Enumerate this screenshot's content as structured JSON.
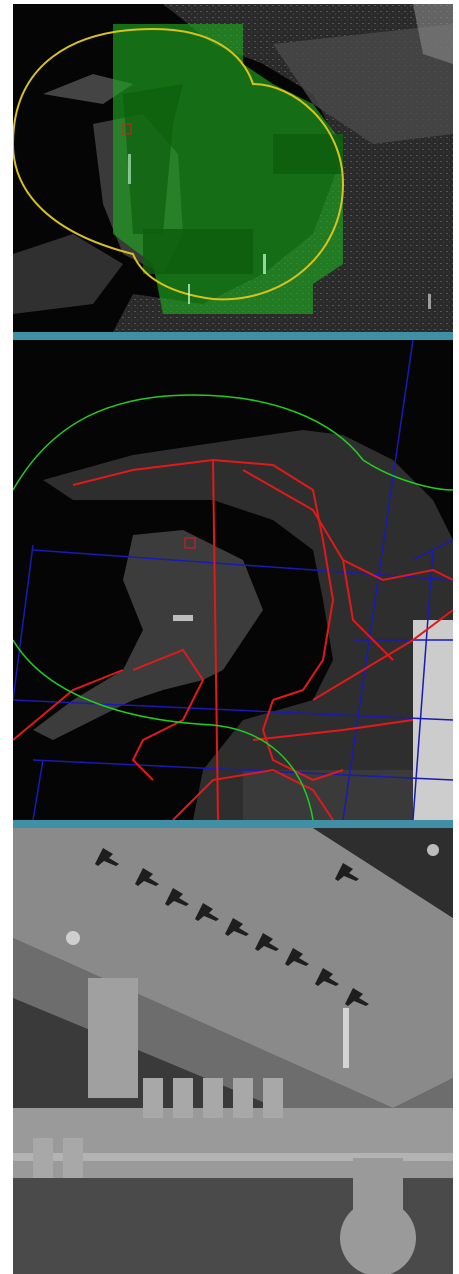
{
  "panels": [
    {
      "label": "coverage-overlay-view",
      "overlay_color": "#1fa81f",
      "ring_color": "#d8c21c"
    },
    {
      "label": "vector-overlay-view",
      "route_color": "#e01a1a",
      "grid_color": "#1a1ab4",
      "ring_color": "#22cc22"
    },
    {
      "label": "airfield-closeup-view"
    }
  ],
  "divider_color": "#3f8fa6"
}
